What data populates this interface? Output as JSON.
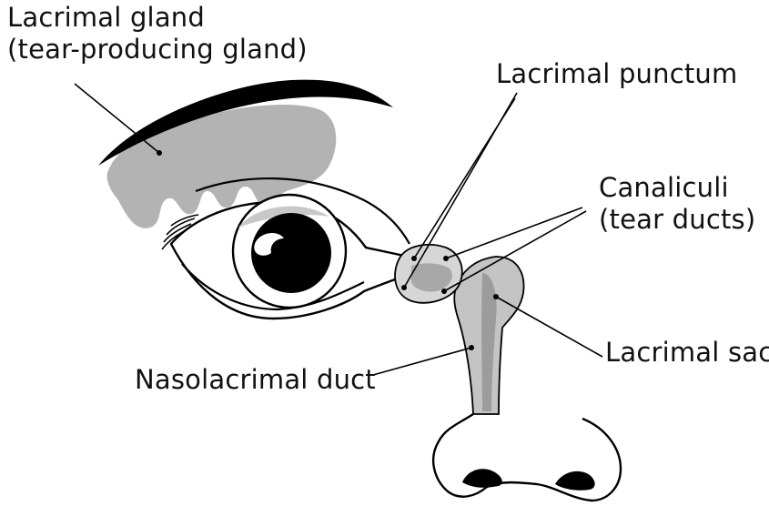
{
  "labels": {
    "gland_line1": "Lacrimal gland",
    "gland_line2": "(tear-producing gland)",
    "punctum": "Lacrimal punctum",
    "canaliculi_line1": "Canaliculi",
    "canaliculi_line2": "(tear ducts)",
    "sac": "Lacrimal sac",
    "duct": "Nasolacrimal duct"
  },
  "colors": {
    "line": "#000000",
    "gland_fill": "#b3b3b3",
    "sac_fill": "#c4c4c4",
    "duct_shade": "#9c9c9c",
    "background": "#ffffff"
  }
}
